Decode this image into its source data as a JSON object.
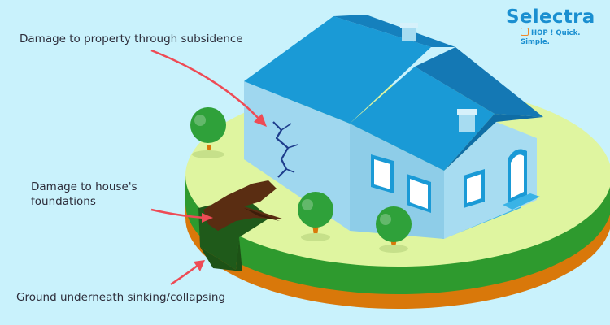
{
  "labels": {
    "property_damage": "Damage to property through subsidence",
    "foundation_damage": "Damage to house's foundations",
    "ground_sinking": "Ground underneath sinking/collapsing"
  },
  "brand": {
    "name": "Selectra",
    "tagline": "HOP ! Quick. Simple."
  },
  "colors": {
    "background": "#c9f2fc",
    "grass": "#dff5a0",
    "soil_edge": "#2e9a2e",
    "clay": "#d9780a",
    "roof": "#1a9ad6",
    "wall": "#9fd7ef",
    "arrow": "#ee4b55",
    "tree": "#2fa13a",
    "brand": "#1a8fd0"
  }
}
